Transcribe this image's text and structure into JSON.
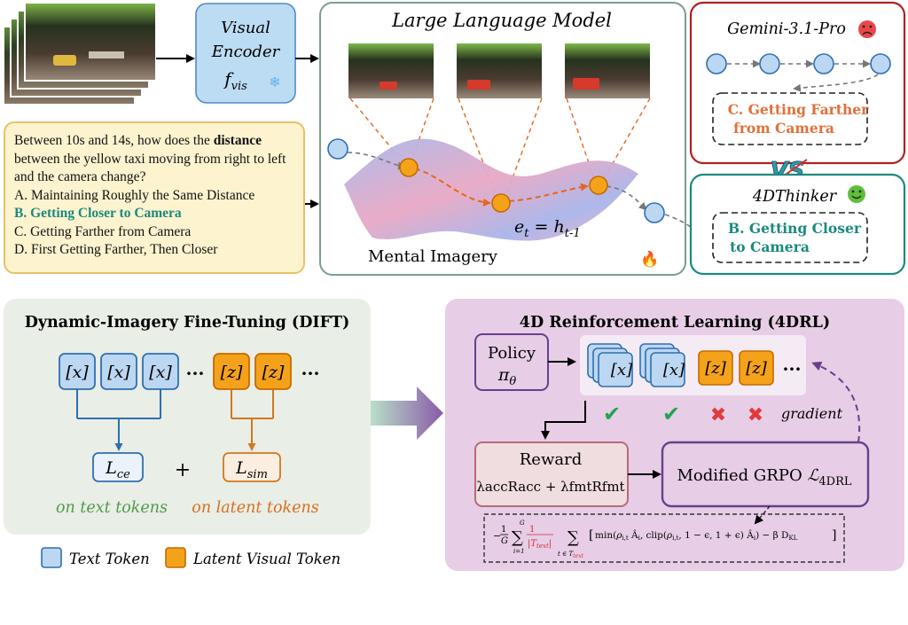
{
  "top": {
    "encoder": {
      "line1": "Visual",
      "line2": "Encoder",
      "symbol": "f",
      "symbol_sub": "vis"
    },
    "llm_title": "Large Language Model",
    "mental_imagery": "Mental Imagery",
    "equation": {
      "lhs": "e",
      "lhs_sub": "t",
      "rhs": "h",
      "rhs_sub": "t-1"
    },
    "question": {
      "pre": "Between 10s and 14s, how does the ",
      "bold": "distance",
      "post": " between the yellow taxi moving from right to left and the camera change?",
      "options": [
        "A. Maintaining Roughly the Same Distance",
        "B. Getting Closer to Camera",
        "C. Getting Farther from Camera",
        "D. First Getting Farther, Then Closer"
      ]
    },
    "gemini": {
      "title": "Gemini-3.1-Pro",
      "answer_line1": "C. Getting Farther",
      "answer_line2": "from Camera"
    },
    "vs_label": "VS",
    "thinker": {
      "title": "4DThinker",
      "answer_line1": "B. Getting Closer",
      "answer_line2": "to Camera"
    }
  },
  "dift": {
    "title": "Dynamic-Imagery Fine-Tuning (DIFT)",
    "text_token": "[x]",
    "latent_token": "[z]",
    "ellipsis": "···",
    "loss_ce": {
      "base": "L",
      "sub": "ce"
    },
    "loss_sim": {
      "base": "L",
      "sub": "sim"
    },
    "plus": "+",
    "on_text": "on text tokens",
    "on_latent": "on latent tokens"
  },
  "legend": {
    "text_token": "Text Token",
    "latent_token": "Latent Visual Token"
  },
  "drl": {
    "title": "4D Reinforcement Learning (4DRL)",
    "policy": {
      "label": "Policy",
      "symbol": "π",
      "sub": "θ"
    },
    "gradient": "gradient",
    "reward": {
      "label": "Reward",
      "formula": "λaccRacc + λfmtRfmt"
    },
    "grpo": {
      "label": "Modified GRPO ",
      "loss": "ℒ",
      "loss_sub": "4DRL"
    },
    "checks": [
      "✔",
      "✔",
      "✖",
      "✖"
    ]
  },
  "colors": {
    "text_token_fill": "#bcd7f1",
    "text_token_stroke": "#2f6fb0",
    "latent_fill": "#f5a21b",
    "latent_stroke": "#c66a00",
    "teal": "#1a8a7e",
    "red": "#b22222",
    "purple": "#6a3e8e"
  }
}
